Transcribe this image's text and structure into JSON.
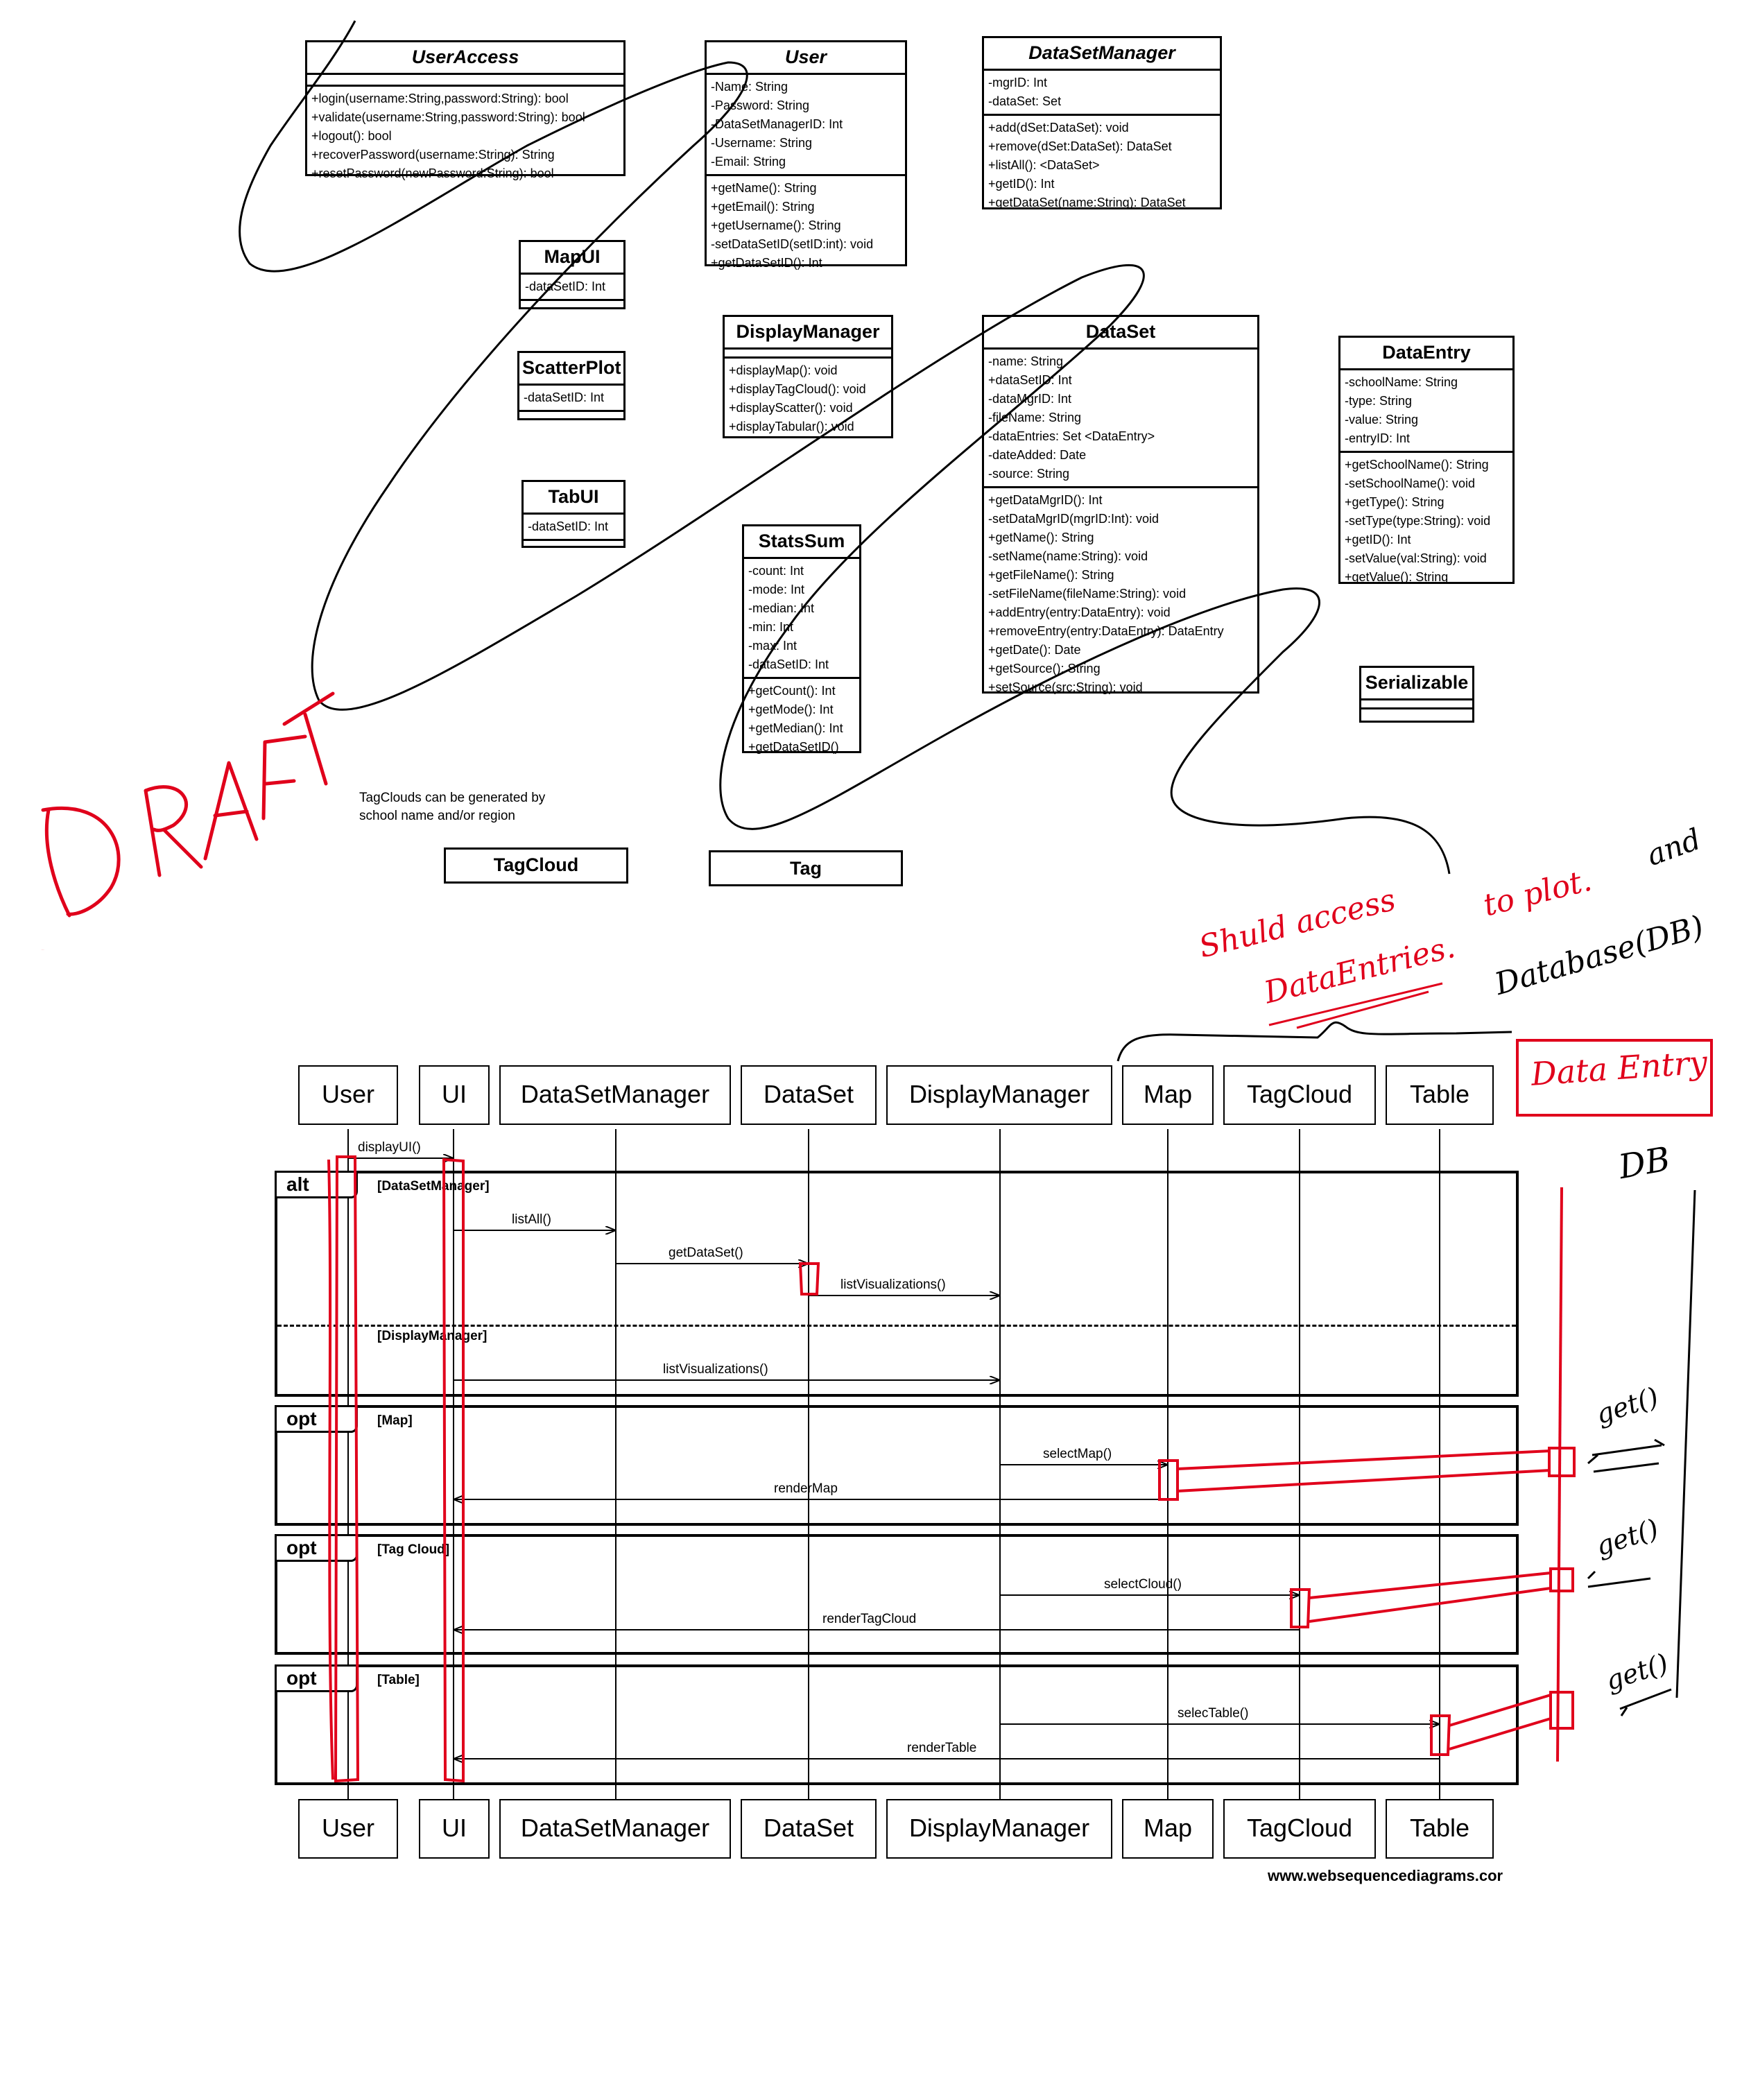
{
  "class_diagram": {
    "classes": [
      {
        "name": "UserAccess",
        "attributes": [],
        "methods": [
          "+login(username:String,password:String): bool",
          "+validate(username:String,password:String): bool",
          "+logout(): bool",
          "+recoverPassword(username:String): String",
          "+resetPassword(newPassword:String): bool"
        ]
      },
      {
        "name": "User",
        "attributes": [
          "-Name: String",
          "-Password: String",
          "-DataSetManagerID: Int",
          "-Username: String",
          "-Email: String"
        ],
        "methods": [
          "+getName(): String",
          "+getEmail(): String",
          "+getUsername(): String",
          "-setDataSetID(setID:int): void",
          "+getDataSetID(): Int"
        ]
      },
      {
        "name": "DataSetManager",
        "attributes": [
          "-mgrID: Int",
          "-dataSet: Set"
        ],
        "methods": [
          "+add(dSet:DataSet): void",
          "+remove(dSet:DataSet): DataSet",
          "+listAll(): <DataSet>",
          "+getID(): Int",
          "+getDataSet(name:String): DataSet"
        ]
      },
      {
        "name": "MapUI",
        "attributes": [
          "-dataSetID: Int"
        ],
        "methods": []
      },
      {
        "name": "ScatterPlot",
        "attributes": [
          "-dataSetID: Int"
        ],
        "methods": []
      },
      {
        "name": "TabUI",
        "attributes": [
          "-dataSetID: Int"
        ],
        "methods": []
      },
      {
        "name": "DisplayManager",
        "attributes": [],
        "methods": [
          "+displayMap(): void",
          "+displayTagCloud(): void",
          "+displayScatter(): void",
          "+displayTabular(): void"
        ]
      },
      {
        "name": "DataSet",
        "attributes": [
          "-name: String",
          "+dataSetID: Int",
          "-dataMgrID: Int",
          "-fileName: String",
          "-dataEntries: Set <DataEntry>",
          "-dateAdded: Date",
          "-source: String"
        ],
        "methods": [
          "+getDataMgrID(): Int",
          "-setDataMgrID(mgrID:Int): void",
          "+getName(): String",
          "-setName(name:String): void",
          "+getFileName(): String",
          "-setFileName(fileName:String): void",
          "+addEntry(entry:DataEntry): void",
          "+removeEntry(entry:DataEntry): DataEntry",
          "+getDate(): Date",
          "+getSource(): String",
          "+setSource(src:String): void"
        ]
      },
      {
        "name": "StatsSum",
        "attributes": [
          "-count: Int",
          "-mode: Int",
          "-median: Int",
          "-min: Int",
          "-max: Int",
          "-dataSetID: Int"
        ],
        "methods": [
          "+getCount(): Int",
          "+getMode(): Int",
          "+getMedian(): Int",
          "+getDataSetID()"
        ]
      },
      {
        "name": "DataEntry",
        "attributes": [
          "-schoolName: String",
          "-type: String",
          "-value: String",
          "-entryID: Int"
        ],
        "methods": [
          "+getSchoolName(): String",
          "-setSchoolName(): void",
          "+getType(): String",
          "-setType(type:String): void",
          "+getID(): Int",
          "-setValue(val:String): void",
          "+getValue(): String"
        ]
      },
      {
        "name": "Serializable",
        "attributes": [],
        "methods": []
      }
    ],
    "note": [
      "TagClouds can be generated by",
      "school name and/or region"
    ],
    "tagcloud_label": "TagCloud",
    "tag_label": "Tag"
  },
  "sequence": {
    "participants": [
      "User",
      "UI",
      "DataSetManager",
      "DataSet",
      "DisplayManager",
      "Map",
      "TagCloud",
      "Table"
    ],
    "messages": {
      "displayUI": "displayUI()",
      "listAll": "listAll()",
      "getDataSet": "getDataSet()",
      "listVis1": "listVisualizations()",
      "listVis2": "listVisualizations()",
      "selectMap": "selectMap()",
      "renderMap": "renderMap",
      "selectCloud": "selectCloud()",
      "renderTagCloud": "renderTagCloud",
      "selecTable": "selecTable()",
      "renderTable": "renderTable"
    },
    "frames": [
      {
        "op": "alt",
        "guard": "[DataSetManager]",
        "guard2": "[DisplayManager]"
      },
      {
        "op": "opt",
        "guard": "[Map]"
      },
      {
        "op": "opt",
        "guard": "[Tag Cloud]"
      },
      {
        "op": "opt",
        "guard": "[Table]"
      }
    ],
    "footer": "www.websequencediagrams.cor"
  },
  "annotations": {
    "draft": "DRAFT",
    "should_access_1": "Shuld access",
    "should_access_2": "DataEntries.",
    "to_plot": "to plot.",
    "and": "and",
    "database": "Database(DB)",
    "data_entry": "Data Entry",
    "db": "DB",
    "get1": "get()",
    "get2": "get()",
    "get3": "get()"
  },
  "colors": {
    "ink": "#000000",
    "red_pen": "#e0001b"
  }
}
